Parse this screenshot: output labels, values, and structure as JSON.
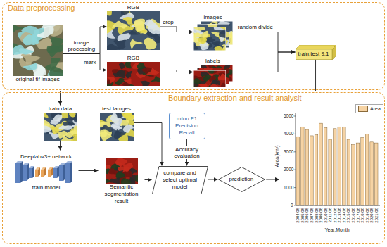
{
  "diagram": {
    "nodes": [
      {
        "text": [
          "Data preprocessing"
        ]
      },
      {
        "text": [
          "original tif images"
        ],
        "in": 0
      },
      {
        "text": [
          "RGB"
        ],
        "in": 0
      },
      {
        "text": [
          "RGB"
        ],
        "in": 0
      },
      {
        "text": [
          "images"
        ],
        "in": 0
      },
      {
        "text": [
          "labels"
        ],
        "in": 0
      },
      {
        "text": [
          "train:test 9:1"
        ],
        "in": 0
      },
      {
        "text": [
          "Boundary extraction and result analysit"
        ]
      },
      {
        "text": [
          "train data"
        ],
        "in": 7
      },
      {
        "text": [
          "test lamges"
        ],
        "in": 7
      },
      {
        "text": [
          "Deeplabv3+ network",
          "train model"
        ],
        "in": 7
      },
      {
        "text": [
          "Semantic segmentation result"
        ],
        "in": 7
      },
      {
        "text": [
          "mIou F1 Precision Recall"
        ],
        "in": 7
      },
      {
        "text": [
          "compare and select optimal model"
        ],
        "in": 7
      },
      {
        "text": [
          "prediction"
        ],
        "in": 7
      }
    ],
    "edges": [
      {
        "from": 1,
        "to": 2,
        "arrow": "to",
        "label": "image processing"
      },
      {
        "from": 1,
        "to": 3,
        "arrow": "to",
        "label": "mark"
      },
      {
        "from": 2,
        "to": 4,
        "arrow": "to",
        "label": "crop"
      },
      {
        "from": 3,
        "to": 5,
        "arrow": "to"
      },
      {
        "from": 4,
        "to": 6,
        "arrow": "to",
        "label": "random divide"
      },
      {
        "from": 5,
        "to": 6,
        "arrow": "to"
      },
      {
        "from": 6,
        "to": 8,
        "arrow": "to"
      },
      {
        "from": 8,
        "to": 10,
        "arrow": "to"
      },
      {
        "from": 10,
        "to": 11,
        "arrow": "to"
      },
      {
        "from": 9,
        "to": 13,
        "arrow": "to"
      },
      {
        "from": 11,
        "to": 13,
        "arrow": "to"
      },
      {
        "from": 12,
        "to": 13,
        "arrow": "to",
        "label": "Accuracy evaluation"
      },
      {
        "from": 13,
        "to": 14,
        "arrow": "to"
      }
    ],
    "labels": [
      "0",
      "1000",
      "2000",
      "3000",
      "4000",
      "5000",
      "2004.08",
      "2005.08",
      "2006.08",
      "2007.08",
      "2008.08",
      "2009.08",
      "2010.08",
      "2011.08",
      "2012.08",
      "2013.08",
      "2014.08",
      "2015.08",
      "2016.08",
      "2017.08",
      "2018.08",
      "2019.08",
      "2020.08",
      "2021.08",
      "Area(km²)",
      "Year.Month"
    ],
    "legend": [
      {
        "text": "Area",
        "color": "#f6d3a3"
      }
    ]
  }
}
